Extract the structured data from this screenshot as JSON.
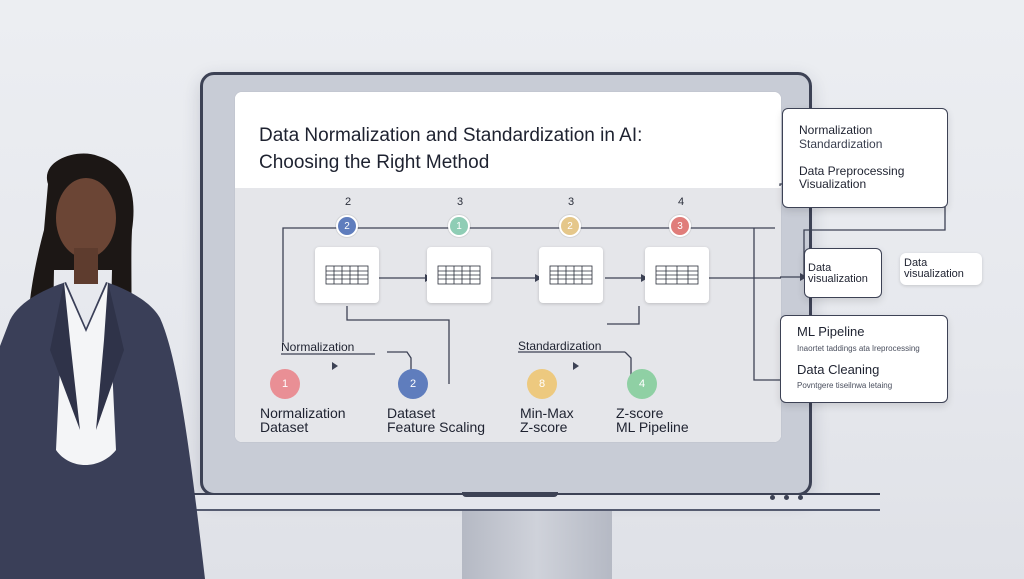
{
  "slide": {
    "title_line_1": "Data Normalization and Standardization in AI:",
    "title_line_2": "Choosing the Right Method"
  },
  "flow": {
    "steps": [
      {
        "top_number": "2",
        "circle_label": "2",
        "color": "#5f7dbd"
      },
      {
        "top_number": "3",
        "circle_label": "1",
        "color": "#8fcdb5"
      },
      {
        "top_number": "3",
        "circle_label": "2",
        "color": "#e5c78a"
      },
      {
        "top_number": "4",
        "circle_label": "3",
        "color": "#e07d7a"
      }
    ]
  },
  "bottom": {
    "section_left": "Normalization",
    "section_right": "Standardization",
    "circles": [
      {
        "label": "1",
        "color": "#e98f95"
      },
      {
        "label": "2",
        "color": "#5f7dbd"
      },
      {
        "label": "8",
        "color": "#edc97f"
      },
      {
        "label": "4",
        "color": "#8fd0a4"
      }
    ],
    "columns": [
      {
        "line1": "Normalization",
        "line2": "Dataset"
      },
      {
        "line1": "Dataset",
        "line2": "Feature Scaling"
      },
      {
        "line1": "Min-Max",
        "line2": "Z-score"
      },
      {
        "line1": "Z-score",
        "line2": "ML Pipeline"
      }
    ]
  },
  "panels": {
    "top": {
      "line1": "Normalization",
      "line2": "Standardization",
      "line3": "Data Preprocessing",
      "line4": "Visualization"
    },
    "middle": {
      "line1": "Data",
      "line2": "visualization"
    },
    "callout": {
      "line1": "Data",
      "line2": "visualization"
    },
    "bottom": {
      "title1": "ML Pipeline",
      "sub1": "Inaortet taddings ata lreprocessing",
      "title2": "Data Cleaning",
      "sub2": "Povntgere tiseilnwa letaing"
    }
  },
  "colors": {
    "frame": "#3d4255",
    "accent_blue": "#5f7dbd",
    "accent_teal": "#8fcdb5",
    "accent_yellow": "#e5c78a",
    "accent_red": "#e07d7a"
  }
}
